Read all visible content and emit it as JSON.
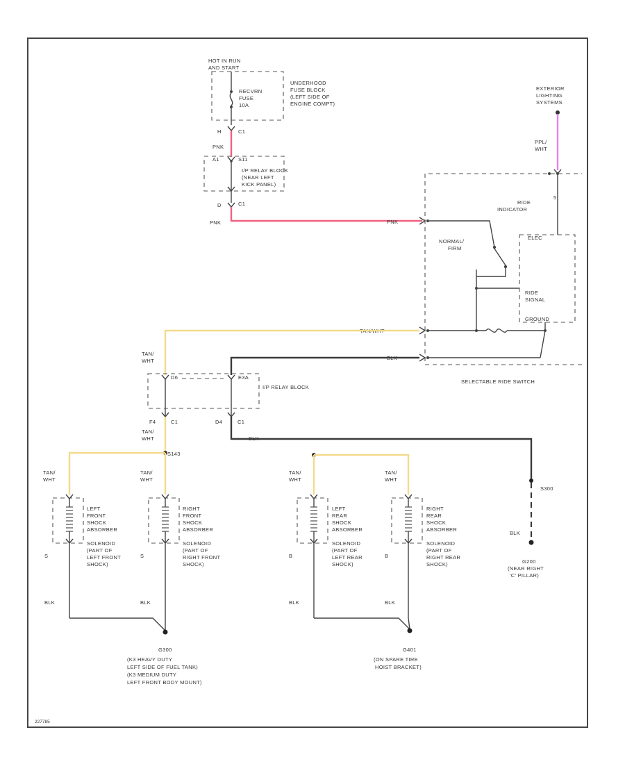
{
  "colors": {
    "wire_pink": "#f06080",
    "wire_tan": "#f4d98a",
    "wire_blk": "#3a3a3a",
    "wire_ppl": "#e880f0"
  },
  "diagram_id": "227785",
  "fuse_block": {
    "hot": "HOT IN RUN",
    "hot2": "AND START",
    "name_l1": "UNDERHOOD",
    "name_l2": "FUSE BLOCK",
    "name_l3": "(LEFT SIDE OF",
    "name_l4": "ENGINE COMPT)",
    "fuse_l1": "RECVRN",
    "fuse_l2": "FUSE",
    "fuse_l3": "10A",
    "pin": "H",
    "conn": "C1"
  },
  "ip_relay_top": {
    "wire1": "PNK",
    "pin_in": "A1",
    "splice": "S11",
    "l1": "I/P RELAY BLOCK",
    "l2": "(NEAR LEFT",
    "l3": "KICK PANEL)",
    "pin_out": "D",
    "conn": "C1",
    "wire2": "PNK"
  },
  "exterior": {
    "l1": "EXTERIOR",
    "l2": "LIGHTING",
    "l3": "SYSTEMS",
    "wire_l1": "PPL/",
    "wire_l2": "WHT",
    "pin": "5"
  },
  "switch": {
    "pnk_tag": "PNK",
    "ride_ind1": "RIDE",
    "ride_ind2": "INDICATOR",
    "normal1": "NORMAL/",
    "normal2": "FIRM",
    "elec": "ELEC",
    "ride1": "RIDE",
    "ride2": "SIGNAL",
    "ground": "GROUND",
    "tan_tag": "TAN/WHT",
    "blk_tag": "BLK",
    "name": "SELECTABLE RIDE SWITCH"
  },
  "ip_relay_bottom": {
    "tan_l1": "TAN/",
    "tan_l2": "WHT",
    "pin_a": "D6",
    "pin_b": "E3A",
    "name": "I/P RELAY BLOCK",
    "pin_f4": "F4",
    "conn1": "C1",
    "pin_d4": "D4",
    "conn2": "C1",
    "tan2_l1": "TAN/",
    "tan2_l2": "WHT",
    "splice": "S143",
    "blk": "BLK"
  },
  "solenoids": [
    {
      "wire1": "TAN/",
      "wire2": "WHT",
      "l1": "LEFT",
      "l2": "FRONT",
      "l3": "SHOCK",
      "l4": "ABSORBER",
      "l5": "SOLENOID",
      "l6": "(PART OF",
      "l7": "LEFT FRONT",
      "l8": "SHOCK)",
      "pin": "S",
      "gnd": "BLK"
    },
    {
      "wire1": "TAN/",
      "wire2": "WHT",
      "l1": "RIGHT",
      "l2": "FRONT",
      "l3": "SHOCK",
      "l4": "ABSORBER",
      "l5": "SOLENOID",
      "l6": "(PART OF",
      "l7": "RIGHT FRONT",
      "l8": "SHOCK)",
      "pin": "S",
      "gnd": "BLK"
    },
    {
      "wire1": "TAN/",
      "wire2": "WHT",
      "l1": "LEFT",
      "l2": "REAR",
      "l3": "SHOCK",
      "l4": "ABSORBER",
      "l5": "SOLENOID",
      "l6": "(PART OF",
      "l7": "LEFT REAR",
      "l8": "SHOCK)",
      "pin": "B",
      "gnd": "BLK"
    },
    {
      "wire1": "TAN/",
      "wire2": "WHT",
      "l1": "RIGHT",
      "l2": "REAR",
      "l3": "SHOCK",
      "l4": "ABSORBER",
      "l5": "SOLENOID",
      "l6": "(PART OF",
      "l7": "RIGHT REAR",
      "l8": "SHOCK)",
      "pin": "B",
      "gnd": "BLK"
    }
  ],
  "grounds": {
    "g1_id": "G300",
    "g1_l1": "(K3 HEAVY DUTY",
    "g1_l2": "LEFT SIDE OF FUEL TANK)",
    "g1_l3": "(K3 MEDIUM DUTY",
    "g1_l4": "LEFT FRONT BODY MOUNT)",
    "g2_id": "G401",
    "g2_l1": "(ON SPARE TIRE",
    "g2_l2": "HOIST BRACKET)",
    "s_id": "S300",
    "s_blk": "BLK",
    "g3_id": "G200",
    "g3_l1": "(NEAR RIGHT",
    "g3_l2": "'C' PILLAR)"
  }
}
